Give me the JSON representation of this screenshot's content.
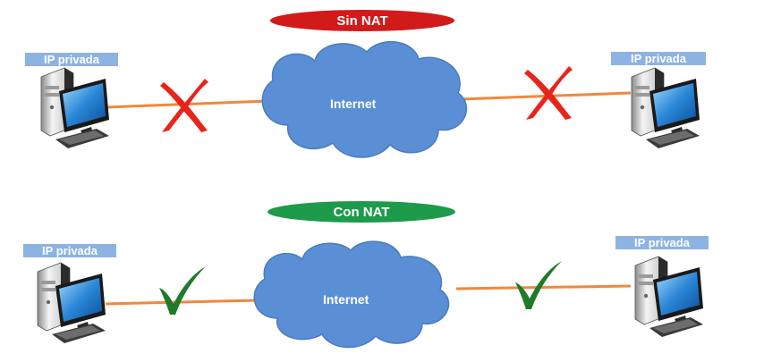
{
  "sections": {
    "without_nat": {
      "title": "Sin NAT",
      "title_color": "#d21a1a",
      "cloud_label": "Internet",
      "left_host_label": "IP privada",
      "right_host_label": "IP privada",
      "link_status": "blocked",
      "mark_icon": "red-cross-icon"
    },
    "with_nat": {
      "title": "Con NAT",
      "title_color": "#1d9a4a",
      "cloud_label": "Internet",
      "left_host_label": "IP privada",
      "right_host_label": "IP privada",
      "link_status": "allowed",
      "mark_icon": "green-check-icon"
    }
  },
  "colors": {
    "link": "#f0883a",
    "cloud": "#5b8fd5",
    "label_bg": "#8db3e2",
    "cross": "#e8251b",
    "check": "#1f7a2a"
  }
}
